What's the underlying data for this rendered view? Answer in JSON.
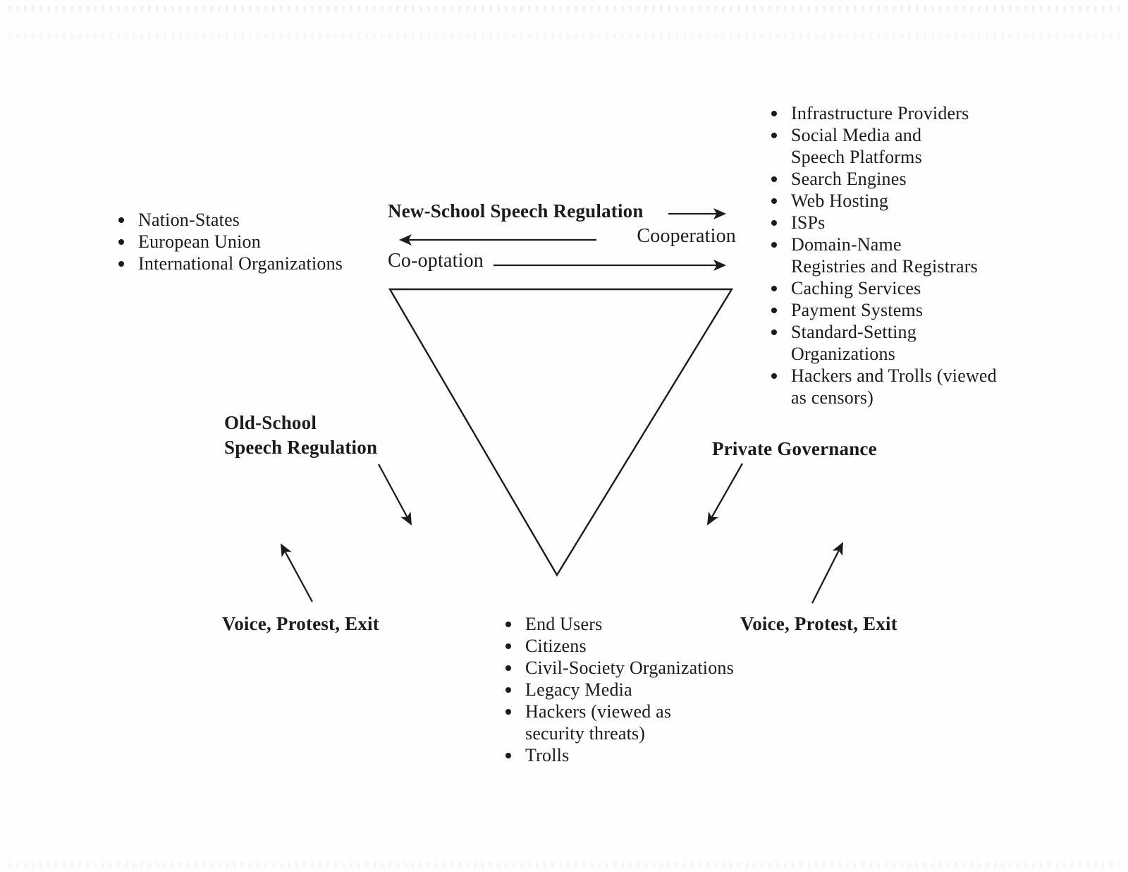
{
  "diagram": {
    "colors": {
      "ink": "#1b1b1b",
      "background": "#ffffff"
    },
    "top": {
      "heading": "New-School Speech Regulation",
      "cooperation_label": "Cooperation",
      "cooptation_label": "Co-optation"
    },
    "nation_states_list": {
      "items": [
        "Nation-States",
        "European Union",
        "International Organizations"
      ]
    },
    "infrastructure_list": {
      "items": [
        "Infrastructure Providers",
        "Social Media and\nSpeech Platforms",
        "Search Engines",
        "Web Hosting",
        "ISPs",
        "Domain-Name\nRegistries and Registrars",
        "Caching Services",
        "Payment Systems",
        "Standard-Setting\nOrganizations",
        "Hackers and Trolls (viewed\nas censors)"
      ]
    },
    "users_list": {
      "items": [
        "End Users",
        "Citizens",
        "Civil-Society Organizations",
        "Legacy Media",
        "Hackers (viewed as\nsecurity threats)",
        "Trolls"
      ]
    },
    "branches": {
      "old_school_label": "Old-School\nSpeech Regulation",
      "private_governance_label": "Private Governance",
      "voice_left_label": "Voice, Protest, Exit",
      "voice_right_label": "Voice, Protest, Exit"
    }
  }
}
